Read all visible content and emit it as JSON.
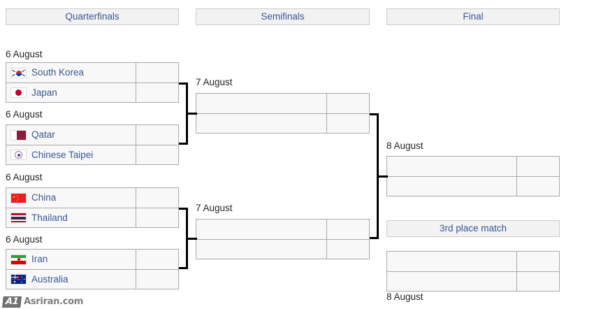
{
  "rounds": [
    {
      "id": "quarterfinals",
      "label": "Quarterfinals"
    },
    {
      "id": "semifinals",
      "label": "Semifinals"
    },
    {
      "id": "final",
      "label": "Final"
    }
  ],
  "third_place": {
    "label": "3rd place match"
  },
  "dates": {
    "qf1": "6 August",
    "qf2": "6 August",
    "qf3": "6 August",
    "qf4": "6 August",
    "sf1": "7 August",
    "sf2": "7 August",
    "final": "8 August",
    "third": "8 August"
  },
  "quarterfinals": [
    {
      "id": "qf1",
      "teams": [
        {
          "name": "South Korea",
          "flag": "kr",
          "score": ""
        },
        {
          "name": "Japan",
          "flag": "jp",
          "score": ""
        }
      ]
    },
    {
      "id": "qf2",
      "teams": [
        {
          "name": "Qatar",
          "flag": "qa",
          "score": ""
        },
        {
          "name": "Chinese Taipei",
          "flag": "tw",
          "score": ""
        }
      ]
    },
    {
      "id": "qf3",
      "teams": [
        {
          "name": "China",
          "flag": "cn",
          "score": ""
        },
        {
          "name": "Thailand",
          "flag": "th",
          "score": ""
        }
      ]
    },
    {
      "id": "qf4",
      "teams": [
        {
          "name": "Iran",
          "flag": "ir",
          "score": ""
        },
        {
          "name": "Australia",
          "flag": "au",
          "score": ""
        }
      ]
    }
  ],
  "semifinals": [
    {
      "id": "sf1",
      "teams": [
        {
          "name": "",
          "flag": "",
          "score": ""
        },
        {
          "name": "",
          "flag": "",
          "score": ""
        }
      ]
    },
    {
      "id": "sf2",
      "teams": [
        {
          "name": "",
          "flag": "",
          "score": ""
        },
        {
          "name": "",
          "flag": "",
          "score": ""
        }
      ]
    }
  ],
  "final_match": {
    "id": "final",
    "teams": [
      {
        "name": "",
        "flag": "",
        "score": ""
      },
      {
        "name": "",
        "flag": "",
        "score": ""
      }
    ]
  },
  "third_match": {
    "id": "third",
    "teams": [
      {
        "name": "",
        "flag": "",
        "score": ""
      },
      {
        "name": "",
        "flag": "",
        "score": ""
      }
    ]
  },
  "watermark": {
    "mark": "A1",
    "text": "Asriran.com"
  },
  "colors": {
    "header_bg": "#f2f2f2",
    "header_border": "#cccccc",
    "header_text": "#3a5795",
    "team_link": "#3a5795",
    "cell_bg": "#f8f8f8",
    "cell_border": "#aaaaaa",
    "connector": "#000000",
    "date_text": "#252525"
  }
}
